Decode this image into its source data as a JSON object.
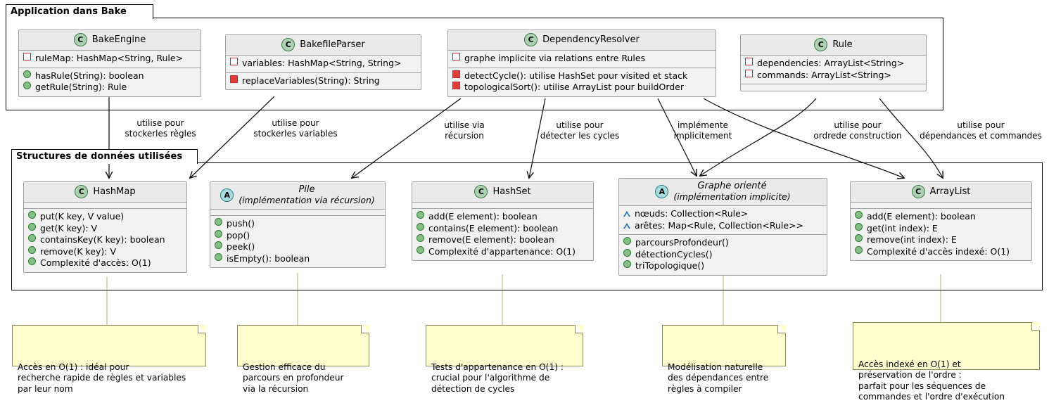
{
  "packages": [
    {
      "title": "Application dans Bake"
    },
    {
      "title": "Structures de données utilisées"
    }
  ],
  "classes": [
    {
      "name": "BakeEngine",
      "stereotype": "C",
      "abstract": false,
      "attributes": [
        {
          "vis": "priv-f",
          "text": "ruleMap: HashMap<String, Rule>"
        }
      ],
      "methods": [
        {
          "vis": "pub-m",
          "text": "hasRule(String): boolean"
        },
        {
          "vis": "pub-m",
          "text": "getRule(String): Rule"
        }
      ]
    },
    {
      "name": "BakefileParser",
      "stereotype": "C",
      "abstract": false,
      "attributes": [
        {
          "vis": "priv-f",
          "text": "variables: HashMap<String, String>"
        }
      ],
      "methods": [
        {
          "vis": "priv-m",
          "text": "replaceVariables(String): String"
        }
      ]
    },
    {
      "name": "DependencyResolver",
      "stereotype": "C",
      "abstract": false,
      "attributes": [
        {
          "vis": "priv-f",
          "text": "graphe implicite via relations entre Rules"
        }
      ],
      "methods": [
        {
          "vis": "priv-m",
          "text": "detectCycle(): utilise HashSet pour visited et stack"
        },
        {
          "vis": "priv-m",
          "text": "topologicalSort(): utilise ArrayList pour buildOrder"
        }
      ]
    },
    {
      "name": "Rule",
      "stereotype": "C",
      "abstract": false,
      "attributes": [
        {
          "vis": "priv-f",
          "text": "dependencies: ArrayList<String>"
        },
        {
          "vis": "priv-f",
          "text": "commands: ArrayList<String>"
        }
      ],
      "methods": []
    },
    {
      "name": "HashMap",
      "stereotype": "C",
      "abstract": false,
      "attributes": [],
      "methods": [
        {
          "vis": "pub-m",
          "text": "put(K key, V value)"
        },
        {
          "vis": "pub-m",
          "text": "get(K key): V"
        },
        {
          "vis": "pub-m",
          "text": "containsKey(K key): boolean"
        },
        {
          "vis": "pub-m",
          "text": "remove(K key): V"
        },
        {
          "vis": "pub-m",
          "text": "Complexité d'accès: O(1)"
        }
      ]
    },
    {
      "name": "Pile",
      "subtitle": "(implémentation via récursion)",
      "stereotype": "A",
      "abstract": true,
      "attributes": [],
      "methods": [
        {
          "vis": "pub-m",
          "text": "push()"
        },
        {
          "vis": "pub-m",
          "text": "pop()"
        },
        {
          "vis": "pub-m",
          "text": "peek()"
        },
        {
          "vis": "pub-m",
          "text": "isEmpty(): boolean"
        }
      ]
    },
    {
      "name": "HashSet",
      "stereotype": "C",
      "abstract": false,
      "attributes": [],
      "methods": [
        {
          "vis": "pub-m",
          "text": "add(E element): boolean"
        },
        {
          "vis": "pub-m",
          "text": "contains(E element): boolean"
        },
        {
          "vis": "pub-m",
          "text": "remove(E element): boolean"
        },
        {
          "vis": "pub-m",
          "text": "Complexité d'appartenance: O(1)"
        }
      ]
    },
    {
      "name": "Graphe orienté",
      "subtitle": "(implémentation implicite)",
      "stereotype": "A",
      "abstract": true,
      "attributes": [
        {
          "vis": "prot-f",
          "text": "nœuds: Collection<Rule>"
        },
        {
          "vis": "prot-f",
          "text": "arêtes: Map<Rule, Collection<Rule>>"
        }
      ],
      "methods": [
        {
          "vis": "pub-m",
          "text": "parcoursProfondeur()"
        },
        {
          "vis": "pub-m",
          "text": "détectionCycles()"
        },
        {
          "vis": "pub-m",
          "text": "triTopologique()"
        }
      ]
    },
    {
      "name": "ArrayList",
      "stereotype": "C",
      "abstract": false,
      "attributes": [],
      "methods": [
        {
          "vis": "pub-m",
          "text": "add(E element): boolean"
        },
        {
          "vis": "pub-m",
          "text": "get(int index): E"
        },
        {
          "vis": "pub-m",
          "text": "remove(int index): E"
        },
        {
          "vis": "pub-m",
          "text": "Complexité d'accès indexé: O(1)"
        }
      ]
    }
  ],
  "edge_labels": [
    {
      "line1": "utilise pour",
      "line2": "stockerles règles"
    },
    {
      "line1": "utilise pour",
      "line2": "stockerles variables"
    },
    {
      "line1": "utilise via",
      "line2": "récursion"
    },
    {
      "line1": "utilise pour",
      "line2": "détecter les cycles"
    },
    {
      "line1": "implémente",
      "line2": "implicitement"
    },
    {
      "line1": "utilise pour",
      "line2": "ordrede construction"
    },
    {
      "line1": "utilise pour",
      "line2": "dépendances et commandes"
    }
  ],
  "notes": [
    {
      "text": "Accès en O(1) : idéal pour\nrecherche rapide de règles et variables\npar leur nom"
    },
    {
      "text": "Gestion efficace du\nparcours en profondeur\nvia la récursion"
    },
    {
      "text": "Tests d'appartenance en O(1) :\ncrucial pour l'algorithme de\ndétection de cycles"
    },
    {
      "text": "Modélisation naturelle\ndes dépendances entre\nrègles à compiler"
    },
    {
      "text": "Accès indexé en O(1) et\npréservation de l'ordre :\nparfait pour les séquences de\ncommandes et l'ordre d'exécution"
    }
  ],
  "colors": {
    "class_fill": "#F1F1F1",
    "class_header": "#EAEAEA",
    "class_border": "#A0A0A0",
    "badge_class": "#ADD1B2",
    "badge_abstract": "#A9DCDF",
    "note_fill": "#FEFECE",
    "note_border": "#8A8A56",
    "private_marker": "#C82930",
    "public_marker": "#84BE84",
    "protected_marker": "#1F6FB5",
    "frame": "#000000"
  }
}
